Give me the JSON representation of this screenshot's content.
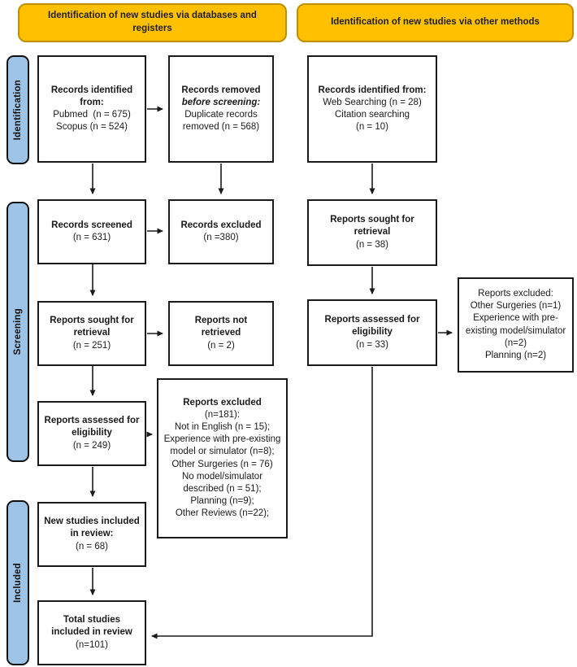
{
  "colors": {
    "header_bg": "#FFC000",
    "header_border": "#BF9000",
    "sidebar_bg": "#9DC3E6",
    "sidebar_border": "#111111",
    "box_border": "#1a1a1a",
    "arrow": "#1a1a1a"
  },
  "headers": {
    "databases": "Identification of new studies via databases and registers",
    "other": "Identification of new studies via other methods"
  },
  "sidebar": {
    "identification": "Identification",
    "screening": "Screening",
    "included": "Included"
  },
  "boxes": {
    "records_identified_db": {
      "title": "Records identified from:",
      "lines": [
        "Pubmed  (n = 675)",
        "Scopus (n = 524)"
      ]
    },
    "records_removed": {
      "title": "Records removed",
      "subtitle": "before screening:",
      "lines": [
        "Duplicate records removed (n = 568)"
      ]
    },
    "records_screened": {
      "title": "Records screened",
      "lines": [
        "(n = 631)"
      ]
    },
    "records_excluded": {
      "title": "Records excluded",
      "lines": [
        "(n =380)"
      ]
    },
    "reports_sought_db": {
      "title": "Reports sought for retrieval",
      "lines": [
        "(n = 251)"
      ]
    },
    "reports_not_retrieved": {
      "title": "Reports not retrieved",
      "lines": [
        "(n = 2)"
      ]
    },
    "reports_assessed_db": {
      "title": "Reports assessed for eligibility",
      "lines": [
        "(n = 249)"
      ]
    },
    "reports_excluded_181": {
      "title": "Reports excluded",
      "lines": [
        "(n=181):",
        "Not in English (n = 15);",
        "Experience with pre-existing model or simulator (n=8);",
        "Other Surgeries (n = 76)",
        "No model/simulator described (n = 51);",
        "Planning (n=9);",
        "Other Reviews (n=22);"
      ]
    },
    "new_studies": {
      "title": "New studies included in review:",
      "lines": [
        "(n = 68)"
      ]
    },
    "total_studies": {
      "title": "Total studies included in review",
      "lines": [
        "(n=101)"
      ]
    },
    "records_identified_other": {
      "title": "Records identified from:",
      "lines": [
        "Web Searching (n = 28)",
        "Citation searching",
        "(n = 10)"
      ]
    },
    "reports_sought_other": {
      "title": "Reports sought for retrieval",
      "lines": [
        "(n = 38)"
      ]
    },
    "reports_assessed_other": {
      "title": "Reports assessed for eligibility",
      "lines": [
        "(n = 33)"
      ]
    },
    "reports_excluded_other": {
      "lines": [
        "Reports excluded:",
        "Other Surgeries (n=1)",
        "Experience with pre-existing model/simulator (n=2)",
        "Planning (n=2)"
      ]
    }
  }
}
